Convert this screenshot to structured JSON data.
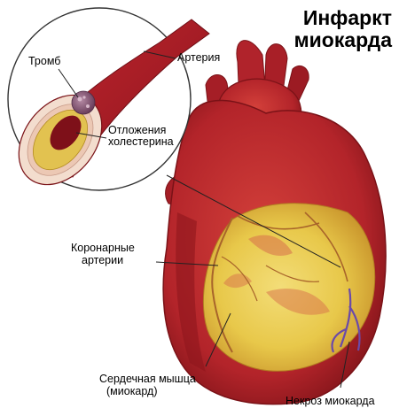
{
  "title": {
    "line1": "Инфаркт",
    "line2": "миокарда"
  },
  "labels": {
    "artery": "Артерия",
    "thrombus": "Тромб",
    "deposits_line1": "Отложения",
    "deposits_line2": "холестерина",
    "coronary_line1": "Коронарные",
    "coronary_line2": "артерии",
    "muscle_line1": "Сердечная мышца",
    "muscle_line2": "(миокард)",
    "necrosis": "Некроз миокарда"
  },
  "colors": {
    "heart_red": "#b3242a",
    "heart_dark": "#7a1217",
    "infarct_yellow": "#e8c84a",
    "artery_wall": "#f1d8c8",
    "cholesterol": "#e2c250",
    "thrombus": "#8a5a78",
    "necrosis_vessel": "#6b4aa8"
  }
}
